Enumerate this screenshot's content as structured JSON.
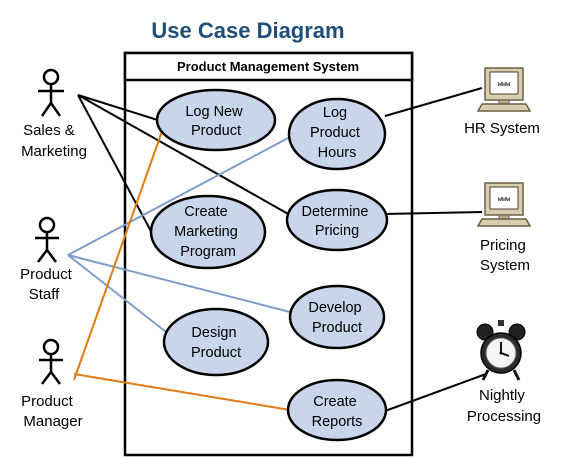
{
  "title": "Use Case Diagram",
  "system": {
    "label": "Product Management System"
  },
  "actors": {
    "sales_marketing": {
      "lines": [
        "Sales &",
        "Marketing"
      ]
    },
    "product_staff": {
      "lines": [
        "Product",
        "Staff"
      ]
    },
    "product_manager": {
      "lines": [
        "Product",
        "Manager"
      ]
    },
    "hr_system": {
      "lines": [
        "HR System"
      ],
      "screen_text": "www"
    },
    "pricing_system": {
      "lines": [
        "Pricing",
        "System"
      ],
      "screen_text": "www"
    },
    "nightly_processing": {
      "lines": [
        "Nightly",
        "Processing"
      ]
    }
  },
  "use_cases": {
    "log_new_product": {
      "lines": [
        "Log New",
        "Product"
      ]
    },
    "log_product_hours": {
      "lines": [
        "Log",
        "Product",
        "Hours"
      ]
    },
    "create_marketing_program": {
      "lines": [
        "Create",
        "Marketing",
        "Program"
      ]
    },
    "determine_pricing": {
      "lines": [
        "Determine",
        "Pricing"
      ]
    },
    "develop_product": {
      "lines": [
        "Develop",
        "Product"
      ]
    },
    "design_product": {
      "lines": [
        "Design",
        "Product"
      ]
    },
    "create_reports": {
      "lines": [
        "Create",
        "Reports"
      ]
    }
  },
  "colors": {
    "title": "#1f4e79",
    "use_case_fill": "#c9d5ea",
    "staff_lines": "#7f9cca",
    "manager_lines": "#e07b10",
    "black": "#000000"
  }
}
